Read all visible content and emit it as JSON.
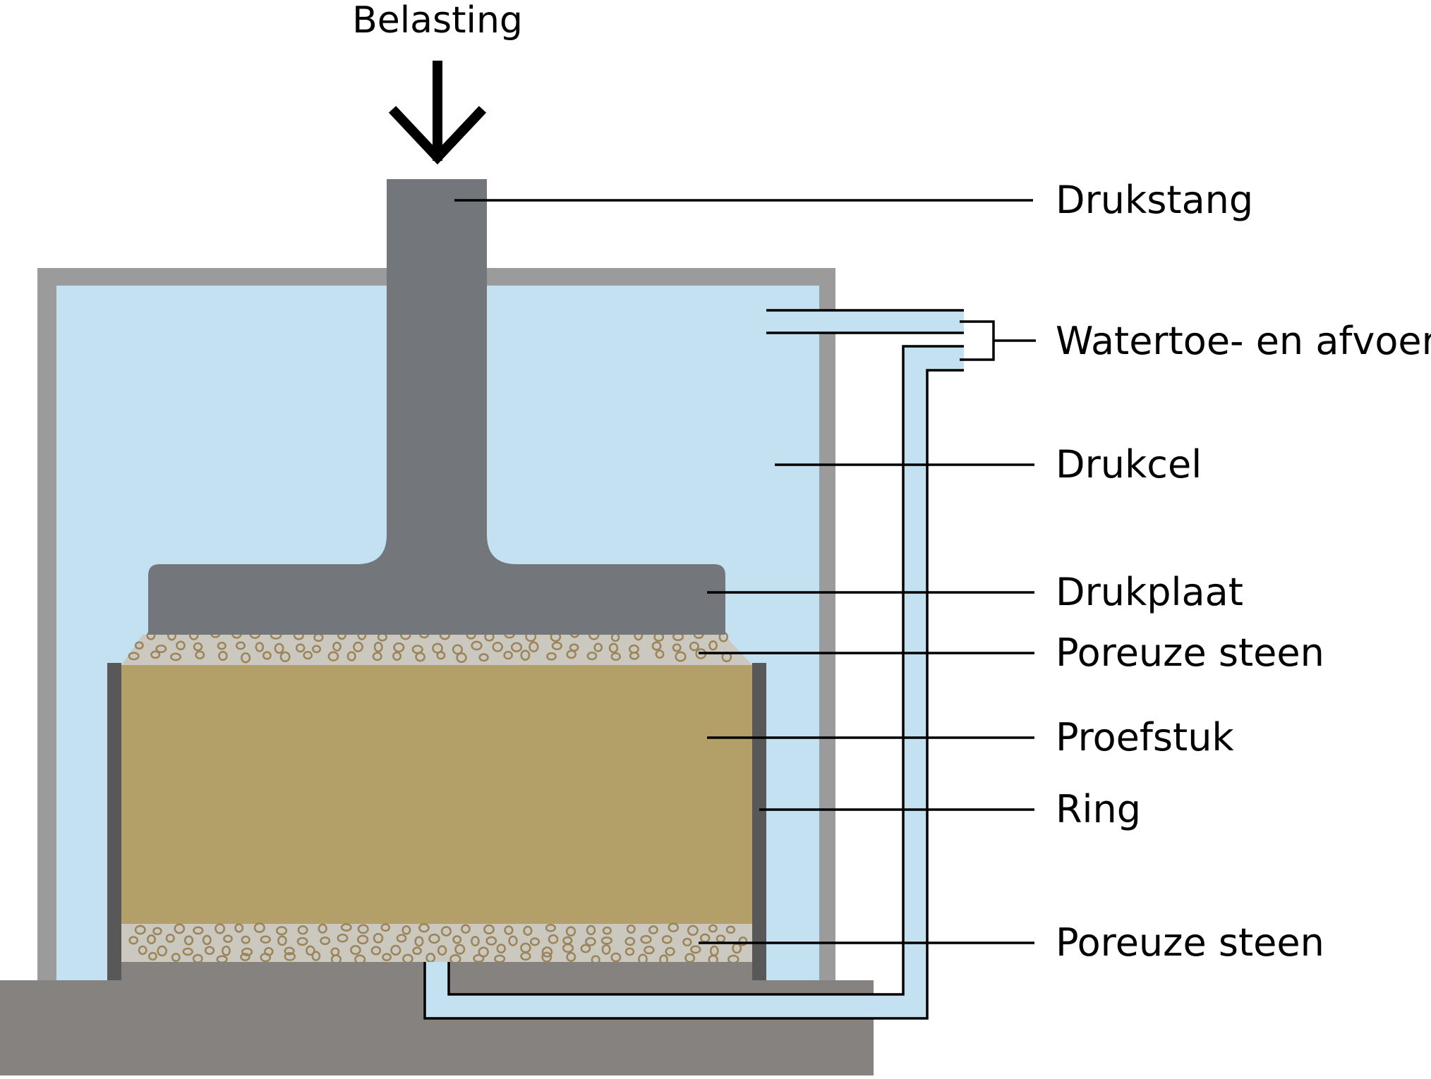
{
  "title": "Belasting",
  "labels": {
    "drukstang": "Drukstang",
    "watertoevoer": "Watertoe- en afvoer",
    "drukcel": "Drukcel",
    "drukplaat": "Drukplaat",
    "poreuze_steen_top": "Poreuze steen",
    "proefstuk": "Proefstuk",
    "ring": "Ring",
    "poreuze_steen_bottom": "Poreuze steen"
  },
  "colors": {
    "water": "#c4e1f2",
    "cell_wall": "#9b9b9b",
    "piston": "#73777b",
    "porous_stone": "#cbc8c0",
    "grain": "#9b8458",
    "sample": "#b3a068",
    "ring": "#585858",
    "base": "#858280",
    "line": "#000000"
  }
}
